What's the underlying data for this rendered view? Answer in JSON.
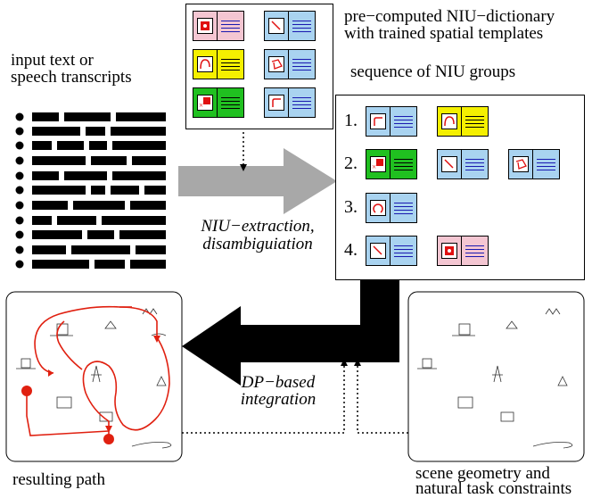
{
  "labels": {
    "input": [
      "input text or",
      "speech transcripts"
    ],
    "dictionary": [
      "pre−computed NIU−dictionary",
      "with trained spatial templates"
    ],
    "sequence": "sequence of NIU groups",
    "extraction": [
      "NIU−extraction,",
      "disambiguiation"
    ],
    "integration": [
      "DP−based",
      "integration"
    ],
    "result": "resulting path",
    "scene": [
      "scene geometry and",
      "natural task constraints"
    ]
  },
  "groups": [
    {
      "num": "1."
    },
    {
      "num": "2."
    },
    {
      "num": "3."
    },
    {
      "num": "4."
    }
  ],
  "colors": {
    "pink": "#f4c6d2",
    "yellow": "#f5f000",
    "green": "#20c020",
    "blue": "#a9d3f0",
    "gray_arrow": "#a8a8a8",
    "path_red": "#e02010"
  }
}
